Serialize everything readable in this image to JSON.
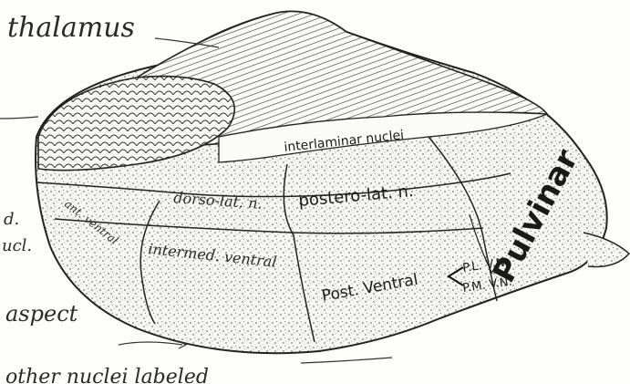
{
  "diagram": {
    "labels": {
      "thalamus": "thalamus",
      "interlaminar": "interlaminar nuclei",
      "dorso_lat": "dorso-lat. n.",
      "postero_lat": "postero-lat. n.",
      "pulvinar": "Pulvinar",
      "ant_ventral": "ant. ventral",
      "intermed_ventral": "intermed. ventral",
      "post_ventral": "Post. Ventral",
      "pl_vn": "P.L. V.N.",
      "pm_vn": "P.M. V.N.",
      "left_fragment_1": "d.",
      "left_fragment_2": "ucl.",
      "aspect": "aspect",
      "bottom_fragment": "other nuclei labeled"
    },
    "colors": {
      "ink": "#2a2a2a",
      "paper": "#fdfdfb",
      "stipple": "#4a4a4a"
    }
  }
}
